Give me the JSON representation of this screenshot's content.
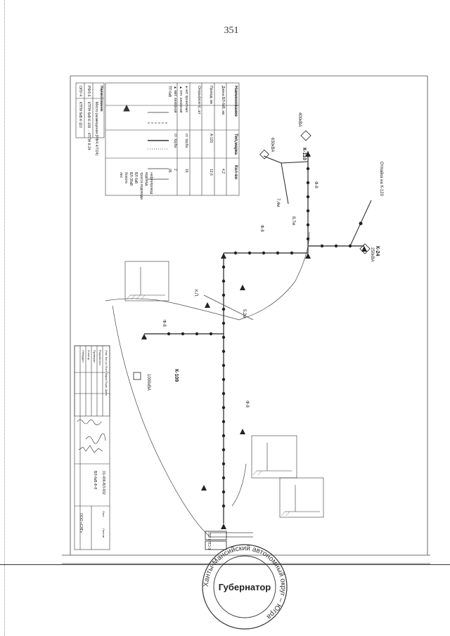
{
  "page": {
    "number": "351"
  },
  "stamp": {
    "center_title": "Губернатор",
    "ring_text": "Ханты-Мансийский автономный округ – Югра"
  },
  "labels": {
    "feeder": "Ф-8",
    "cp_k110": "К-110",
    "cp_k24": "К-24",
    "cp_k109": "К-109",
    "kva_400": "400кВА",
    "kva_630": "630кВА",
    "kva_250": "250кВА",
    "kva_1000": "1000кВА",
    "branch_k120": "Отпайка на К-120",
    "len_87": "8,7м",
    "len_74": "7,4м",
    "len_52": "5,2м",
    "kp": "К.П.",
    "busbar1": "I СШ",
    "busbar2": "II СШ"
  },
  "legend": {
    "header_left": "Наименование",
    "header_mid": "Тип,марка",
    "header_right": "Кол-во",
    "rows": [
      {
        "name": "Длина ВЛ-6кВ, км",
        "type": "",
        "qty": "4,2"
      },
      {
        "name": "Провод, км",
        "type": "А-120",
        "qty": "12,6"
      },
      {
        "name": "Опоры(всего), шт",
        "type": "",
        "qty": ""
      },
      {
        "name": "● нет проектных",
        "type": "ст. труба",
        "qty": "16"
      },
      {
        "name": "▲ отп. анкерная",
        "type": "",
        "qty": ""
      },
      {
        "name": "▲ мет. анкерная",
        "type": "ст. труба",
        "qty": "2"
      },
      {
        "name": "ТП 6кВ",
        "type": "",
        "qty": "95"
      }
    ],
    "symbols": [
      {
        "symbol": "▲",
        "meaning": ""
      },
      {
        "symbol": "———",
        "meaning": "нефтепровод"
      },
      {
        "symbol": "— — —",
        "meaning": "водовод"
      },
      {
        "symbol": "···",
        "meaning": "трасса водовода"
      },
      {
        "symbol": "———",
        "meaning": "ВЛ 6кВ"
      },
      {
        "symbol": "———",
        "meaning": "ВЛ-35кВ"
      },
      {
        "symbol": "———",
        "meaning": "болото"
      },
      {
        "symbol": "———",
        "meaning": "лес"
      }
    ]
  },
  "notes_table": {
    "title": "Наименование",
    "subtitle": "Место размещения (РФ/4.4/7/24)",
    "rows": [
      {
        "code": "РФ/0.6",
        "text": "КТПН 6кВ К-109 ... КТПН К-24"
      },
      {
        "code": "ОПУ-4",
        "text": "КТПН 6кВ К-110"
      }
    ]
  },
  "title_block": {
    "rows": [
      "Изм. Кол.уч Лист №док Подп. Дата",
      "Разработал",
      "Проверил",
      "Н.контр.",
      "Утвердил"
    ],
    "doc_code": "01-406-ВЛ-002",
    "sheet_label": "Лист",
    "sheets_label": "Листов",
    "project_text": "ВЛ-6кВ Ф-8",
    "company": "ООО «СНГ»"
  }
}
